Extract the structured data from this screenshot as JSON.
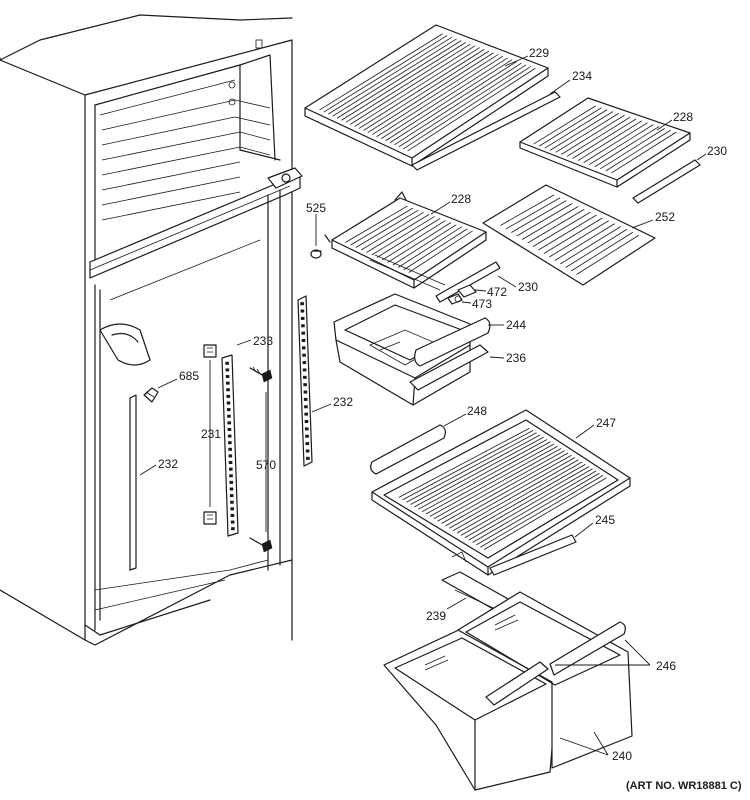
{
  "diagram": {
    "art_number": "(ART NO. WR18881 C)",
    "callouts": {
      "c229": "229",
      "c234": "234",
      "c228a": "228",
      "c230a": "230",
      "c525": "525",
      "c228b": "228",
      "c252": "252",
      "c472": "472",
      "c230b": "230",
      "c473": "473",
      "c244": "244",
      "c233": "233",
      "c685": "685",
      "c236": "236",
      "c232a": "232",
      "c231": "231",
      "c570": "570",
      "c248": "248",
      "c247": "247",
      "c232b": "232",
      "c245": "245",
      "c239": "239",
      "c246": "246",
      "c240": "240"
    }
  }
}
